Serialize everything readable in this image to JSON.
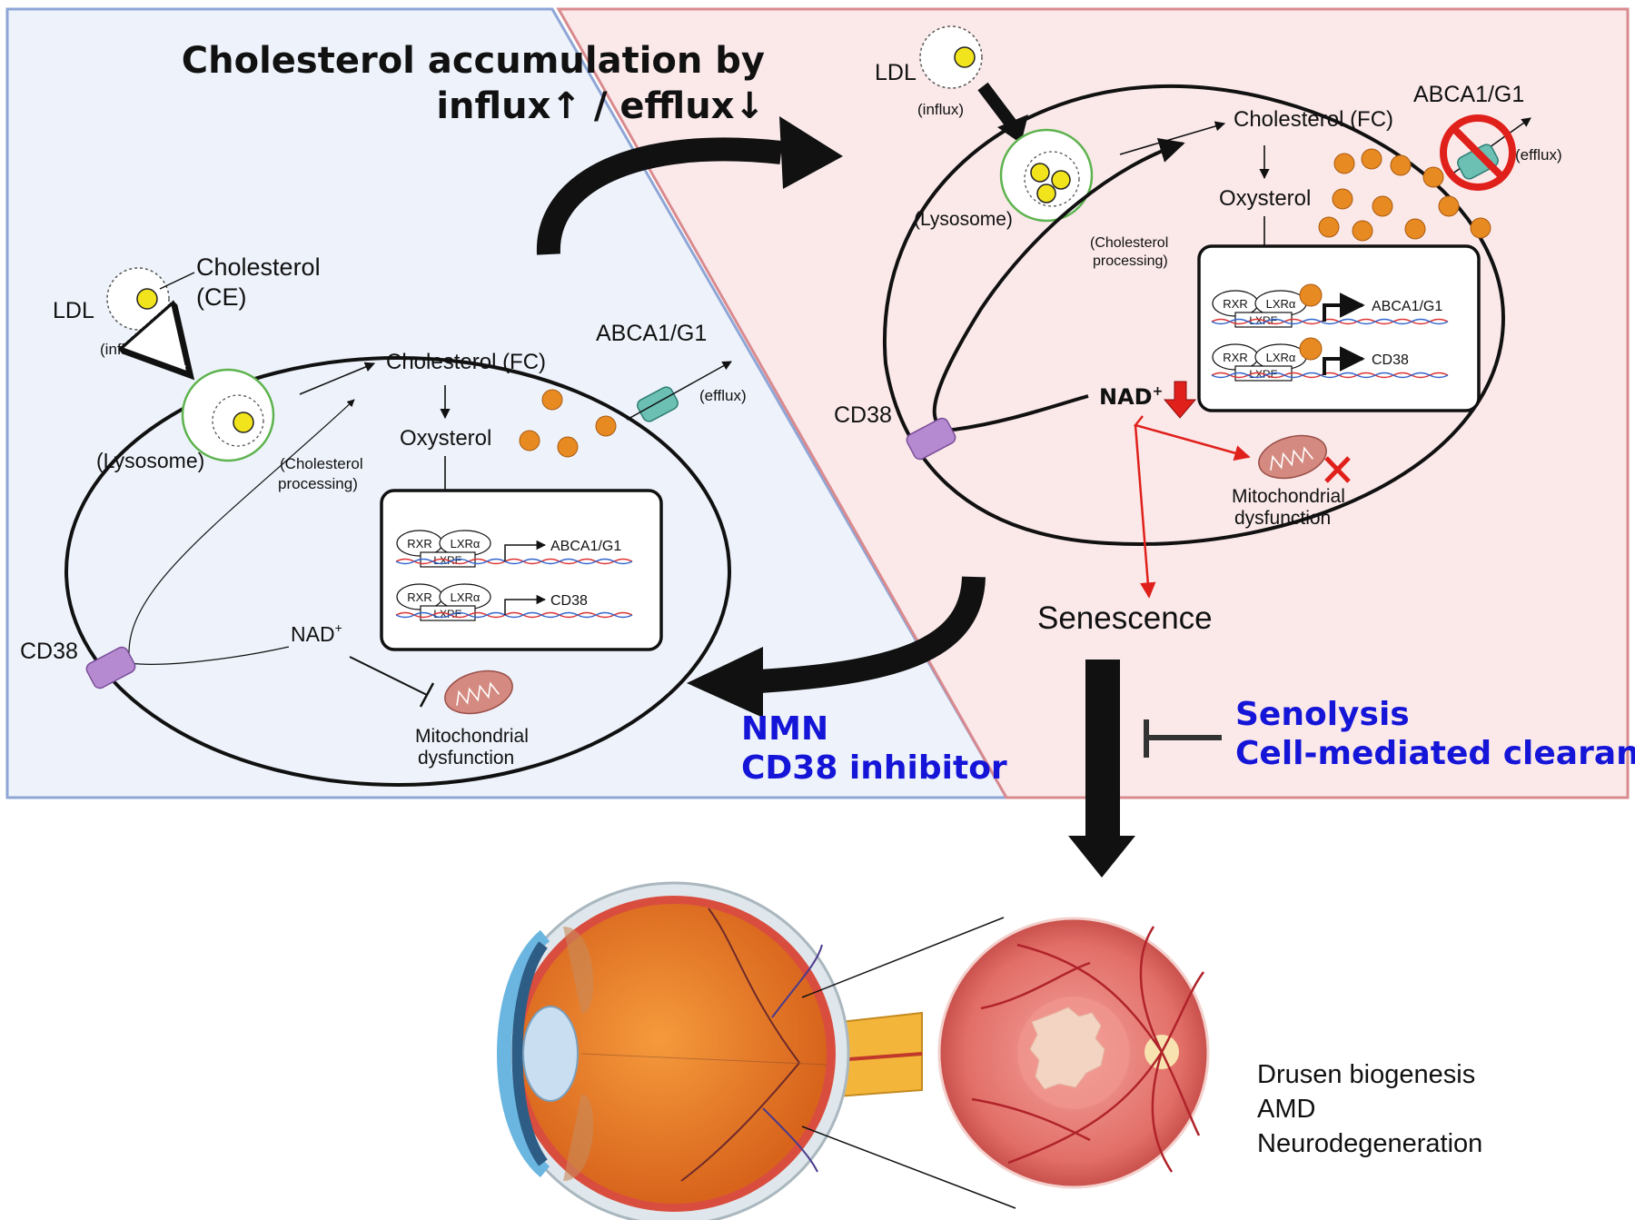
{
  "title": {
    "line1": "Cholesterol accumulation by",
    "line2": "influx↑ / efflux↓"
  },
  "left_cell": {
    "ldl": "LDL",
    "cholesterol_line1": "Cholesterol",
    "cholesterol_line2": "(CE)",
    "influx": "(influx)",
    "lysosome": "(Lysosome)",
    "cholesterol_fc": "Cholesterol (FC)",
    "oxysterol": "Oxysterol",
    "abca": "ABCA1/G1",
    "efflux": "(efflux)",
    "processing_line1": "(Cholesterol",
    "processing_line2": "processing)",
    "cd38": "CD38",
    "nad": "NAD",
    "nad_sup": "+",
    "mito_line1": "Mitochondrial",
    "mito_line2": "dysfunction",
    "rxr": "RXR",
    "lxr": "LXRα",
    "lxre": "LXRE",
    "target1": "ABCA1/G1",
    "target2": "CD38"
  },
  "right_cell": {
    "ldl": "LDL",
    "influx": "(influx)",
    "lysosome": "(Lysosome)",
    "cholesterol_fc": "Cholesterol (FC)",
    "oxysterol": "Oxysterol",
    "abca": "ABCA1/G1",
    "efflux": "(efflux)",
    "processing_line1": "(Cholesterol",
    "processing_line2": "processing)",
    "cd38": "CD38",
    "nad": "NAD",
    "nad_sup": "+",
    "mito_line1": "Mitochondrial",
    "mito_line2": "dysfunction",
    "rxr": "RXR",
    "lxr": "LXRα",
    "lxre": "LXRE",
    "target1": "ABCA1/G1",
    "target2": "CD38"
  },
  "senescence": "Senescence",
  "treatment_left": {
    "line1": "NMN",
    "line2": "CD38 inhibitor"
  },
  "treatment_right": {
    "line1": "Senolysis",
    "line2": "Cell-mediated clearance"
  },
  "outcomes": [
    "Drusen biogenesis",
    "AMD",
    "Neurodegeneration"
  ],
  "colors": {
    "left_panel_bg": "#eef3fb",
    "left_panel_border": "#8ea6d6",
    "right_panel_bg": "#fbe9ea",
    "right_panel_border": "#d98a8e",
    "cholesterol_dot": "#e88a22",
    "ce_dot": "#f2e41c",
    "cd38": "#b58ad0",
    "transporter": "#6bbfb3",
    "treatment_text": "#1515d8",
    "inhibition_red": "#e0201a"
  }
}
